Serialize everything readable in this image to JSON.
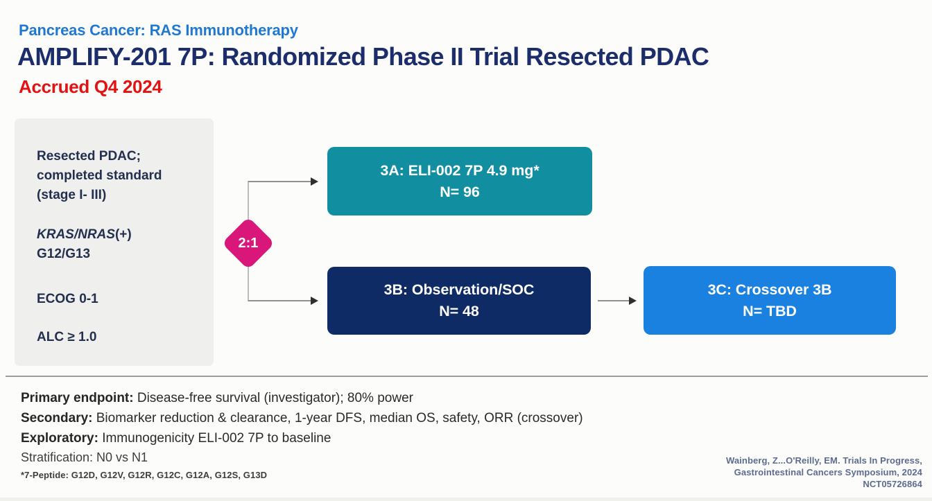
{
  "slide": {
    "kicker": "Pancreas Cancer: RAS Immunotherapy",
    "title": "AMPLIFY-201 7P: Randomized Phase II Trial Resected PDAC",
    "accrual": "Accrued Q4 2024"
  },
  "eligibility": {
    "line1a": "Resected PDAC;",
    "line1b": "completed standard",
    "line1c": "(stage I- III)",
    "kras_italic": "KRAS/NRAS",
    "kras_suffix": "(+)",
    "kras_line2": "G12/G13",
    "ecog": "ECOG 0-1",
    "alc": "ALC ≥ 1.0"
  },
  "randomization": {
    "ratio": "2:1"
  },
  "arms": [
    {
      "id": "3A",
      "line1": "3A: ELI-002 7P 4.9 mg*",
      "line2": "N= 96",
      "color": "#118ea0"
    },
    {
      "id": "3B",
      "line1": "3B: Observation/SOC",
      "line2": "N= 48",
      "color": "#0e2b66"
    },
    {
      "id": "3C",
      "line1": "3C: Crossover 3B",
      "line2": "N= TBD",
      "color": "#1a81e0"
    }
  ],
  "endpoints": [
    {
      "label": "Primary endpoint:",
      "text": " Disease-free survival (investigator); 80% power"
    },
    {
      "label": "Secondary:",
      "text": " Biomarker reduction & clearance, 1-year DFS, median OS, safety, ORR (crossover)"
    },
    {
      "label": "Exploratory:",
      "text": " Immunogenicity ELI-002 7P to baseline"
    }
  ],
  "stratification": "Stratification: N0 vs N1",
  "footnote": "*7-Peptide: G12D, G12V, G12R, G12C, G12A, G12S, G13D",
  "citation": {
    "line1": "Wainberg, Z...O'Reilly, EM. Trials In Progress,",
    "line2": "Gastrointestinal Cancers Symposium, 2024",
    "line3": "NCT05726864"
  },
  "colors": {
    "kicker_blue": "#1f78d1",
    "title_navy": "#1b2d6b",
    "accrual_red": "#e31212",
    "eligibility_bg": "#efefed",
    "diamond_pink": "#d9177a",
    "arm_3a_teal": "#118ea0",
    "arm_3b_navy": "#0e2b66",
    "arm_3c_blue": "#1a81e0",
    "citation_gray_blue": "#5c6c8f"
  }
}
